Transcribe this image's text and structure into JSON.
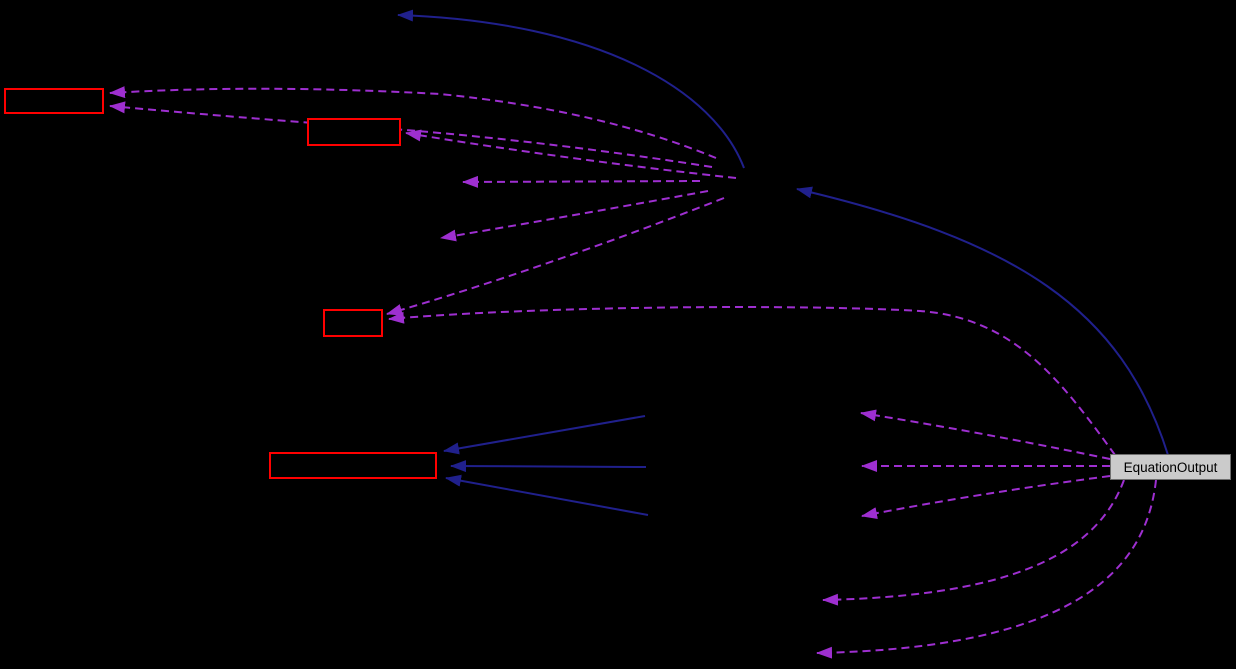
{
  "diagram": {
    "type": "collaboration-graph",
    "background": "#000000",
    "node_count_visible": 5
  },
  "colors": {
    "bg": "#000000",
    "node-border": "#ff0000",
    "node-fill": "#000000",
    "hl-fill": "#cbcbcb",
    "hl-border": "#6e6e6e",
    "hl-text": "#000000",
    "edge-dashed": "#9e2fd0",
    "edge-solid": "#20208c"
  },
  "nodes": {
    "node1": {
      "label": ""
    },
    "node2": {
      "label": ""
    },
    "node3": {
      "label": ""
    },
    "node4": {
      "label": ""
    },
    "equation_output": {
      "label": "EquationOutput"
    }
  },
  "edges": [
    {
      "from": "hub",
      "to": "node1",
      "style": "dashed"
    },
    {
      "from": "hub",
      "to": "node1",
      "style": "dashed"
    },
    {
      "from": "hub",
      "to": "node2",
      "style": "dashed"
    },
    {
      "from": "hub",
      "to": "hidden-mid-1",
      "style": "dashed"
    },
    {
      "from": "hub",
      "to": "hidden-mid-2",
      "style": "dashed"
    },
    {
      "from": "hub",
      "to": "node3",
      "style": "dashed"
    },
    {
      "from": "equation_output",
      "to": "node3",
      "style": "dashed"
    },
    {
      "from": "equation_output",
      "to": "hidden-right-1",
      "style": "dashed"
    },
    {
      "from": "equation_output",
      "to": "hidden-right-2",
      "style": "dashed"
    },
    {
      "from": "equation_output",
      "to": "hidden-right-3",
      "style": "dashed"
    },
    {
      "from": "equation_output",
      "to": "hidden-bottom-1",
      "style": "dashed"
    },
    {
      "from": "equation_output",
      "to": "hidden-bottom-2",
      "style": "dashed"
    },
    {
      "from": "hub",
      "to": "hidden-top",
      "style": "solid"
    },
    {
      "from": "equation_output",
      "to": "hub",
      "style": "solid"
    },
    {
      "from": "hidden-src-1",
      "to": "node4",
      "style": "solid"
    },
    {
      "from": "hidden-src-2",
      "to": "node4",
      "style": "solid"
    },
    {
      "from": "hidden-src-3",
      "to": "node4",
      "style": "solid"
    }
  ]
}
